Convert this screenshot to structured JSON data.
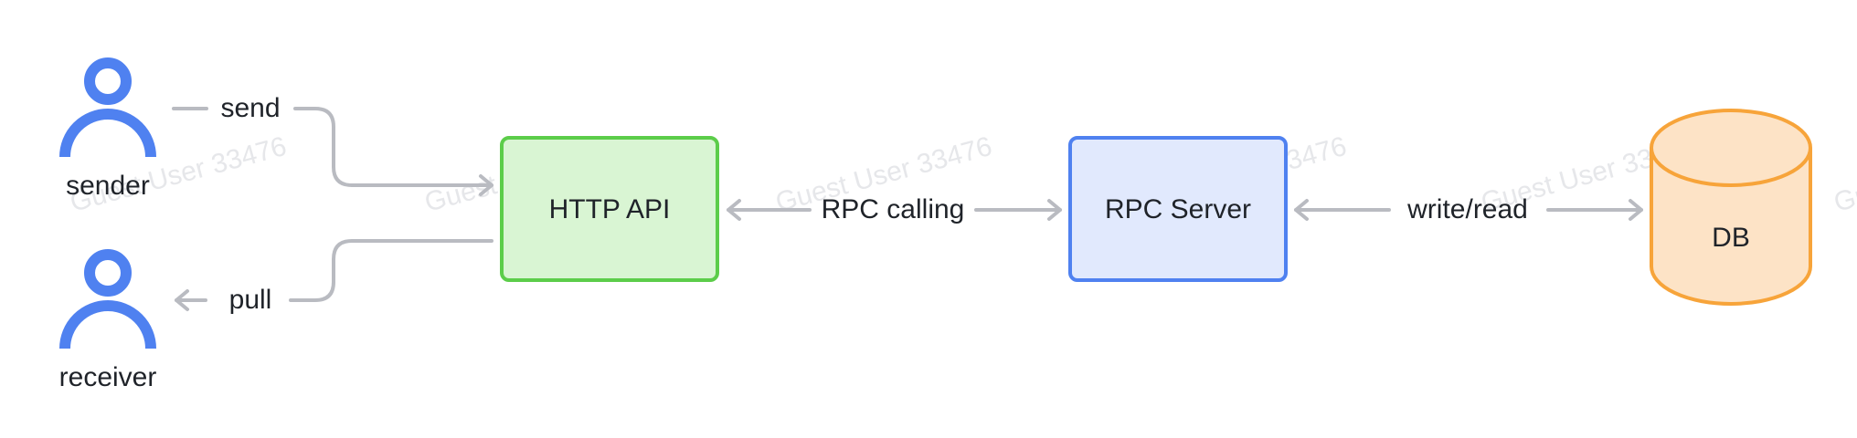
{
  "watermark": "Guest User 33476",
  "actors": {
    "sender": "sender",
    "receiver": "receiver"
  },
  "nodes": {
    "http_api": "HTTP API",
    "rpc_server": "RPC Server",
    "db": "DB"
  },
  "edges": {
    "send": "send",
    "pull": "pull",
    "rpc_calling": "RPC calling",
    "write_read": "write/read"
  },
  "colors": {
    "actor": "#4f81f0",
    "http_api_fill": "#d9f5d3",
    "http_api_stroke": "#5ccd4a",
    "rpc_server_fill": "#e1e9fd",
    "rpc_server_stroke": "#4f81f0",
    "db_fill": "#fde3c6",
    "db_stroke": "#f7a43a",
    "connector": "#b9bbc1"
  }
}
